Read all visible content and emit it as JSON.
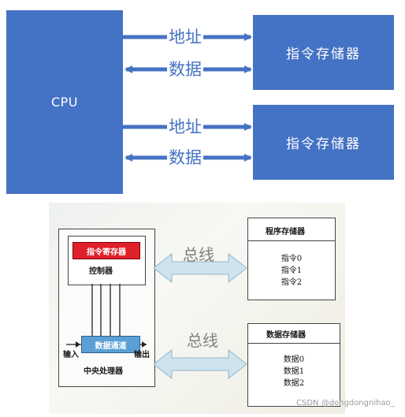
{
  "top_diagram": {
    "cpu_label": "CPU",
    "memory_1_label": "指令存储器",
    "memory_2_label": "指令存储器",
    "pair_1": {
      "address": "地址",
      "data": "数据"
    },
    "pair_2": {
      "address": "地址",
      "data": "数据"
    },
    "colors": {
      "block": "#4472C4",
      "arrow": "#4472C4"
    }
  },
  "bottom_diagram": {
    "cpu_box": {
      "instruction_register": "指令寄存器",
      "controller": "控制器",
      "data_channel": "数据通道",
      "input": "输入",
      "output": "输出",
      "title": "中央处理器"
    },
    "bus_1_label": "总线",
    "bus_2_label": "总线",
    "program_memory": {
      "title": "程序存储器",
      "items": [
        "指令0",
        "指令1",
        "指令2"
      ]
    },
    "data_memory": {
      "title": "数据存储器",
      "items": [
        "数据0",
        "数据1",
        "数据2"
      ]
    },
    "colors": {
      "register": "#e0202a",
      "channel": "#5a9fd6",
      "bus_arrow": "#cfe3ee"
    }
  },
  "watermark": "CSDN @dongdongnihao_"
}
